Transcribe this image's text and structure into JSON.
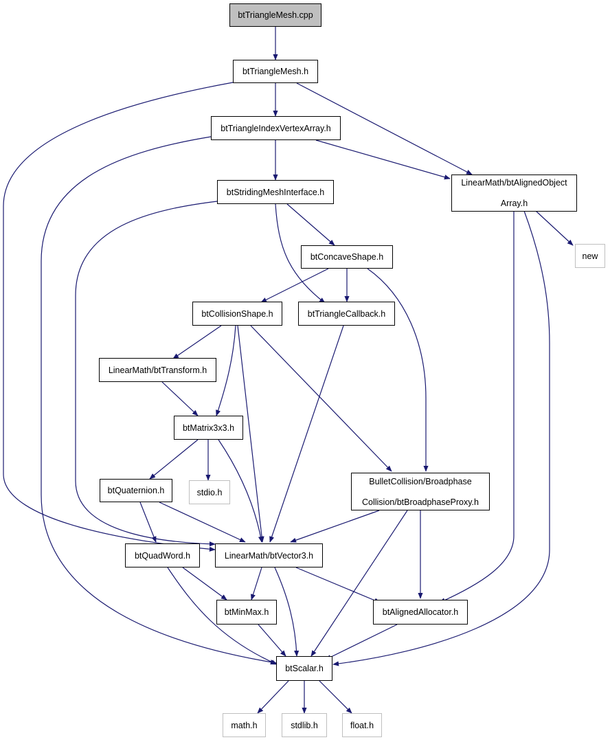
{
  "colors": {
    "edge": "#191970",
    "root_fill": "#bfbfbf",
    "node_border": "#000000",
    "external_border": "#bfbfbf"
  },
  "nodes": {
    "bttrianglemesh_cpp": "btTriangleMesh.cpp",
    "bttrianglemesh_h": "btTriangleMesh.h",
    "bttriangleindexvertexarray_h": "btTriangleIndexVertexArray.h",
    "btalignedobjectarray_line1": "LinearMath/btAlignedObject",
    "btalignedobjectarray_line2": "Array.h",
    "btstridingmeshinterface_h": "btStridingMeshInterface.h",
    "new": "new",
    "btconcaveshape_h": "btConcaveShape.h",
    "btcollisionshape_h": "btCollisionShape.h",
    "bttrianglecallback_h": "btTriangleCallback.h",
    "bttransform_h": "LinearMath/btTransform.h",
    "btmatrix3x3_h": "btMatrix3x3.h",
    "btquaternion_h": "btQuaternion.h",
    "stdio_h": "stdio.h",
    "btbroadphaseproxy_line1": "BulletCollision/Broadphase",
    "btbroadphaseproxy_line2": "Collision/btBroadphaseProxy.h",
    "btquadword_h": "btQuadWord.h",
    "btvector3_h": "LinearMath/btVector3.h",
    "btminmax_h": "btMinMax.h",
    "btalignedallocator_h": "btAlignedAllocator.h",
    "btscalar_h": "btScalar.h",
    "math_h": "math.h",
    "stdlib_h": "stdlib.h",
    "float_h": "float.h"
  }
}
